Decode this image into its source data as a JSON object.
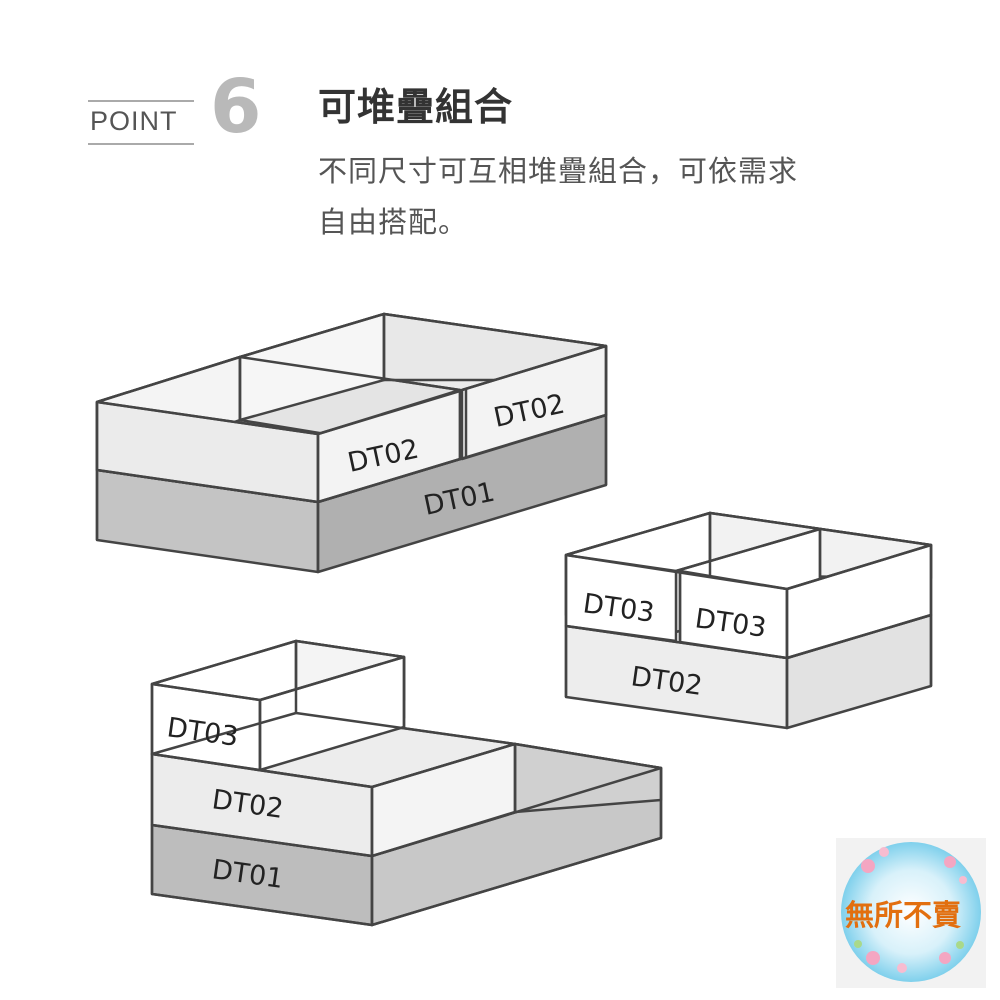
{
  "point": {
    "label": "POINT",
    "number": "6"
  },
  "title": "可堆疊組合",
  "description": {
    "line1": "不同尺寸可互相堆疊組合，可依需求",
    "line2": "自由搭配。"
  },
  "boxes": {
    "top_dt01": "DT01",
    "top_dt02_left": "DT02",
    "top_dt02_right": "DT02",
    "right_dt02": "DT02",
    "right_dt03_left": "DT03",
    "right_dt03_right": "DT03",
    "bottom_dt01": "DT01",
    "bottom_dt02": "DT02",
    "bottom_dt03": "DT03"
  },
  "logo": {
    "text": "無所不賣"
  },
  "colors": {
    "dt01_fill": "#c8c8c8",
    "dt01_side": "#b3b3b3",
    "dt02_fill": "#ececec",
    "dt03_fill": "#ffffff",
    "outline": "#444444"
  }
}
